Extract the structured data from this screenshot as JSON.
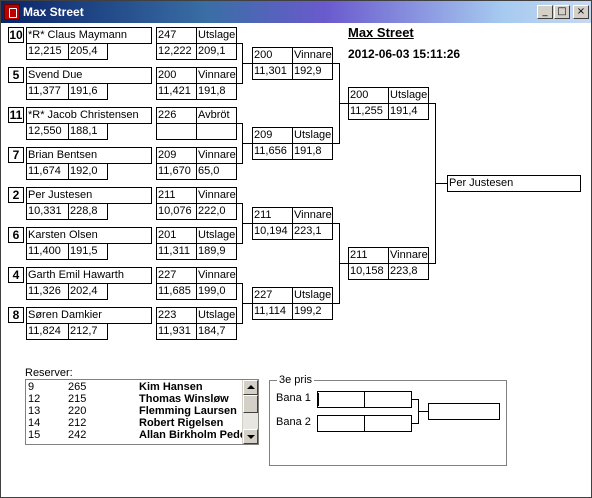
{
  "window": {
    "title": "Max Street",
    "min_label": "_",
    "max_label": "□",
    "close_label": "×"
  },
  "header": {
    "title": "Max Street",
    "datetime": "2012-06-03 15:11:26"
  },
  "round1": [
    {
      "seed": "10",
      "name": "*R* Claus Maymann",
      "hcp": "12,215",
      "avg": "205,4",
      "score": "247",
      "result": "Utslagen",
      "total": "12,222",
      "total_avg": "209,1"
    },
    {
      "seed": "5",
      "name": "Svend Due",
      "hcp": "11,377",
      "avg": "191,6",
      "score": "200",
      "result": "Vinnare",
      "total": "11,421",
      "total_avg": "191,8"
    },
    {
      "seed": "11",
      "name": "*R* Jacob Christensen",
      "hcp": "12,550",
      "avg": "188,1",
      "score": "226",
      "result": "Avbröt",
      "total": "",
      "total_avg": ""
    },
    {
      "seed": "7",
      "name": "Brian Bentsen",
      "hcp": "11,674",
      "avg": "192,0",
      "score": "209",
      "result": "Vinnare",
      "total": "11,670",
      "total_avg": "65,0"
    },
    {
      "seed": "2",
      "name": "Per Justesen",
      "hcp": "10,331",
      "avg": "228,8",
      "score": "211",
      "result": "Vinnare",
      "total": "10,076",
      "total_avg": "222,0"
    },
    {
      "seed": "6",
      "name": "Karsten Olsen",
      "hcp": "11,400",
      "avg": "191,5",
      "score": "201",
      "result": "Utslagen",
      "total": "11,311",
      "total_avg": "189,9"
    },
    {
      "seed": "4",
      "name": "Garth Emil Hawarth",
      "hcp": "11,326",
      "avg": "202,4",
      "score": "227",
      "result": "Vinnare",
      "total": "11,685",
      "total_avg": "199,0"
    },
    {
      "seed": "8",
      "name": "Søren Damkier",
      "hcp": "11,824",
      "avg": "212,7",
      "score": "223",
      "result": "Utslagen",
      "total": "11,931",
      "total_avg": "184,7"
    }
  ],
  "round2": [
    {
      "score": "200",
      "result": "Vinnare",
      "total": "11,301",
      "total_avg": "192,9"
    },
    {
      "score": "209",
      "result": "Utslagen",
      "total": "11,656",
      "total_avg": "191,8"
    },
    {
      "score": "211",
      "result": "Vinnare",
      "total": "10,194",
      "total_avg": "223,1"
    },
    {
      "score": "227",
      "result": "Utslagen",
      "total": "11,114",
      "total_avg": "199,2"
    }
  ],
  "round3": [
    {
      "score": "200",
      "result": "Utslagen",
      "total": "11,255",
      "total_avg": "191,4"
    },
    {
      "score": "211",
      "result": "Vinnare",
      "total": "10,158",
      "total_avg": "223,8"
    }
  ],
  "winner": "Per Justesen",
  "reserves": {
    "label": "Reserver:",
    "rows": [
      {
        "num": "9",
        "score": "265",
        "name": "Kim Hansen"
      },
      {
        "num": "12",
        "score": "215",
        "name": "Thomas Winsløw"
      },
      {
        "num": "13",
        "score": "220",
        "name": "Flemming Laursen"
      },
      {
        "num": "14",
        "score": "212",
        "name": "Robert Rigelsen"
      },
      {
        "num": "15",
        "score": "242",
        "name": "Allan Birkholm Pedersen"
      }
    ]
  },
  "third_prize": {
    "legend": "3e pris",
    "bana1": "Bana 1",
    "bana2": "Bana 2"
  }
}
